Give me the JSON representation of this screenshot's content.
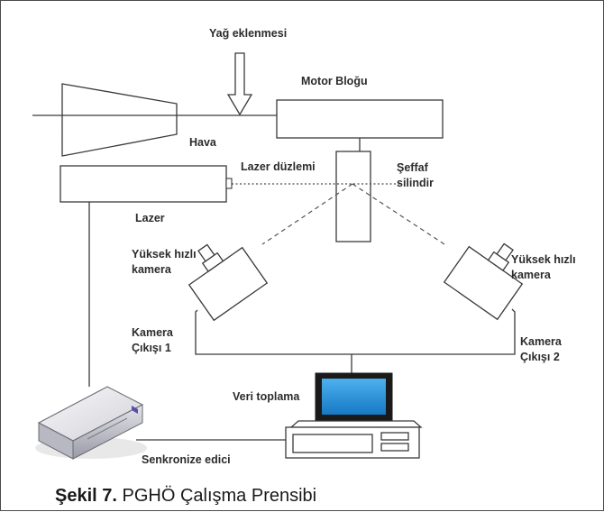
{
  "diagram": {
    "labels": {
      "oil_addition": "Yağ eklenmesi",
      "motor_block": "Motor Bloğu",
      "air": "Hava",
      "laser_plane": "Lazer düzlemi",
      "transparent_cylinder_1": "Şeffaf",
      "transparent_cylinder_2": "silindir",
      "laser": "Lazer",
      "left_camera_1": "Yüksek hızlı",
      "left_camera_2": "kamera",
      "right_camera_1": "Yüksek hızlı",
      "right_camera_2": "kamera",
      "camera_output_1_a": "Kamera",
      "camera_output_1_b": "Çıkışı 1",
      "camera_output_2_a": "Kamera",
      "camera_output_2_b": "Çıkışı 2",
      "data_acquisition": "Veri toplama",
      "synchronizer": "Senkronize edici"
    },
    "colors": {
      "stroke": "#3a3a3a",
      "screen": "#1e8fd8",
      "synchronizer_accent": "#5a4fa8"
    }
  },
  "caption": {
    "prefix": "Şekil 7.",
    "text": " PGHÖ Çalışma Prensibi"
  }
}
